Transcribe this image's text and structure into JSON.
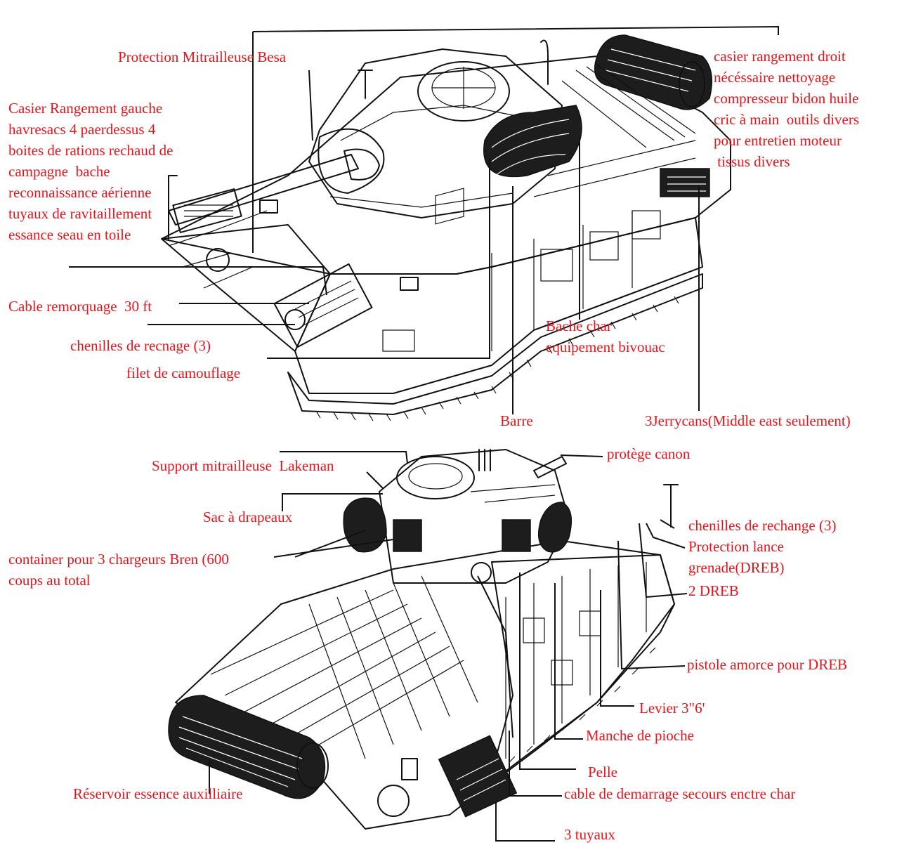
{
  "labels": {
    "protection_besa": "Protection Mitrailleuse Besa",
    "casier_gauche": "Casier Rangement gauche\nhavresacs 4 paerdessus 4\nboites de rations rechaud de\ncampagne  bache\nreconnaissance aérienne\ntuyaux de ravitaillement\nessance seau en toile",
    "casier_droit": "casier rangement droit\nnécéssaire nettoyage\ncompresseur bidon huile\ncric à main  outils divers\npour entretien moteur\n tissus divers",
    "cable_remorquage": "Cable remorquage  30 ft",
    "chenilles_recnage": "chenilles de recnage (3)",
    "filet_camouflage": "filet de camouflage",
    "bache_char": "Bache char\nequipement bivouac",
    "barre": "Barre",
    "jerrycans": "3Jerrycans(Middle east seulement)",
    "support_lakeman": "Support mitrailleuse  Lakeman",
    "protege_canon": "protège canon",
    "sac_drapeaux": "Sac à drapeaux",
    "chenilles_rechange": "chenilles de rechange (3)",
    "protection_lance": "Protection lance\ngrenade(DREB)",
    "container_bren": "container pour 3 chargeurs Bren (600\ncoups au total",
    "dreb_2": "2 DREB",
    "pistole": "pistole amorce pour DREB",
    "levier": "Levier 3\"6'",
    "manche_pioche": "Manche de pioche",
    "pelle": "Pelle",
    "reservoir": "Réservoir essence auxilliaire",
    "cable_demarrage": "cable de demarrage secours enctre char",
    "tuyaux_3": "3 tuyaux"
  },
  "colors": {
    "label_text": "#e8141b",
    "line_art": "#111111",
    "background": "#ffffff"
  }
}
